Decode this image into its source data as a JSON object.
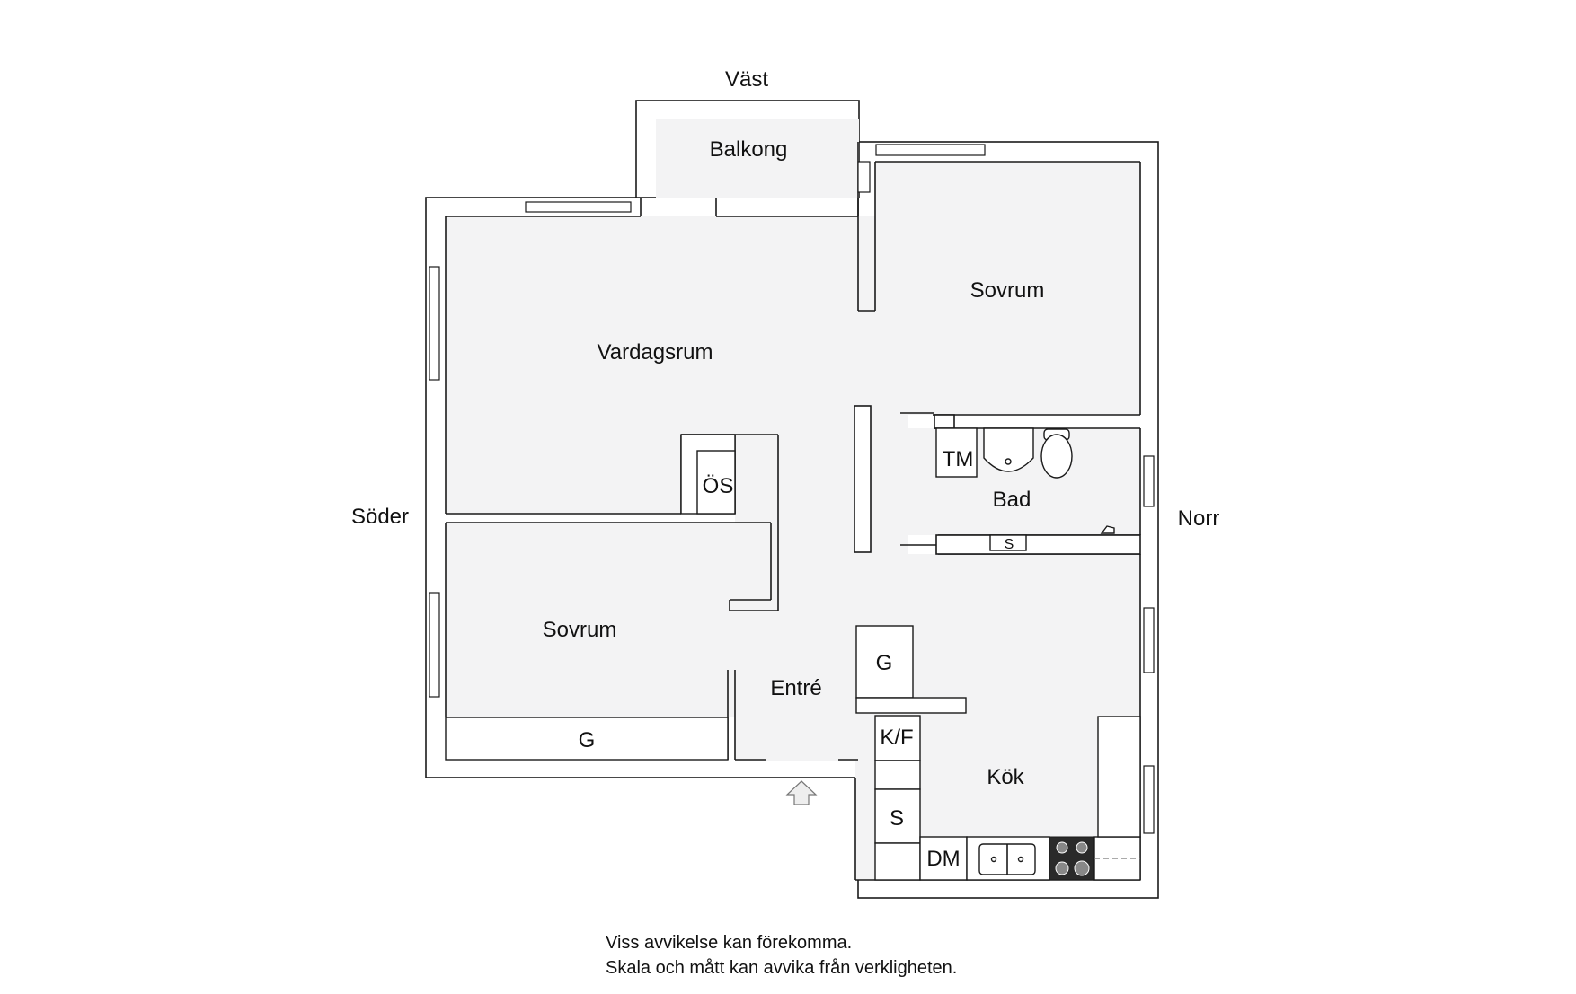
{
  "compass": {
    "west": "Väst",
    "south": "Söder",
    "north": "Norr"
  },
  "rooms": {
    "balcony": "Balkong",
    "living_room": "Vardagsrum",
    "bedroom_north": "Sovrum",
    "bedroom_south": "Sovrum",
    "bathroom": "Bad",
    "hallway": "Entré",
    "kitchen": "Kök"
  },
  "fixtures": {
    "tumble_dryer": "TM",
    "stove_pipe": "ÖS",
    "bath_cabinet": "S",
    "hall_wardrobe": "G",
    "bedroom_wardrobe": "G",
    "fridge_freezer": "K/F",
    "kitchen_cabinet": "S",
    "dishwasher": "DM"
  },
  "notes": [
    "Viss avvikelse kan förekomma.",
    "Skala och mått kan avvika från verkligheten."
  ],
  "colors": {
    "floor": "#f3f3f4",
    "wall": "#1a1a1a",
    "hob": "#2a2a2a"
  }
}
